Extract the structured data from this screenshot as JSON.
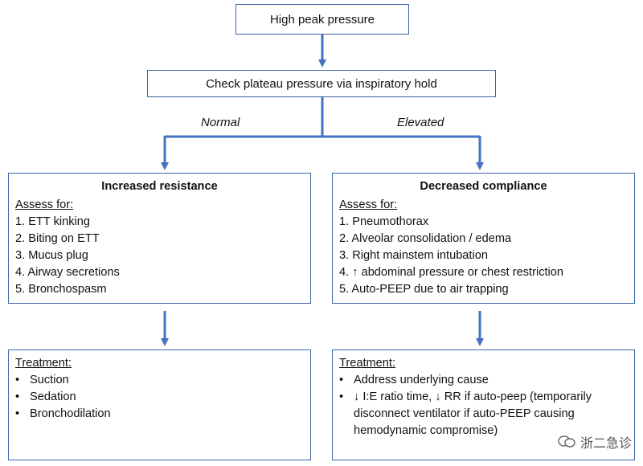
{
  "nodes": {
    "high_peak": "High peak pressure",
    "plateau": "Check plateau pressure via inspiratory hold"
  },
  "branches": {
    "normal": "Normal",
    "elevated": "Elevated"
  },
  "left": {
    "title": "Increased resistance",
    "assess_label": "Assess for:",
    "assess_items": [
      "1. ETT kinking",
      "2. Biting on ETT",
      "3. Mucus plug",
      "4. Airway secretions",
      "5. Bronchospasm"
    ],
    "treatment_label": "Treatment:",
    "treatment_items": [
      "Suction",
      "Sedation",
      "Bronchodilation"
    ]
  },
  "right": {
    "title": "Decreased compliance",
    "assess_label": "Assess for:",
    "assess_items": [
      "1. Pneumothorax",
      "2. Alveolar consolidation / edema",
      "3. Right mainstem intubation",
      "4. ↑ abdominal pressure or chest restriction",
      "5. Auto-PEEP due to air trapping"
    ],
    "treatment_label": "Treatment:",
    "treatment_items": [
      "Address underlying cause",
      "↓ I:E ratio time, ↓ RR if auto-peep (temporarily disconnect ventilator if auto-PEEP causing hemodynamic compromise)"
    ]
  },
  "watermark": "浙二急诊",
  "colors": {
    "border": "#3b66a8",
    "arrow": "#4472c4"
  }
}
